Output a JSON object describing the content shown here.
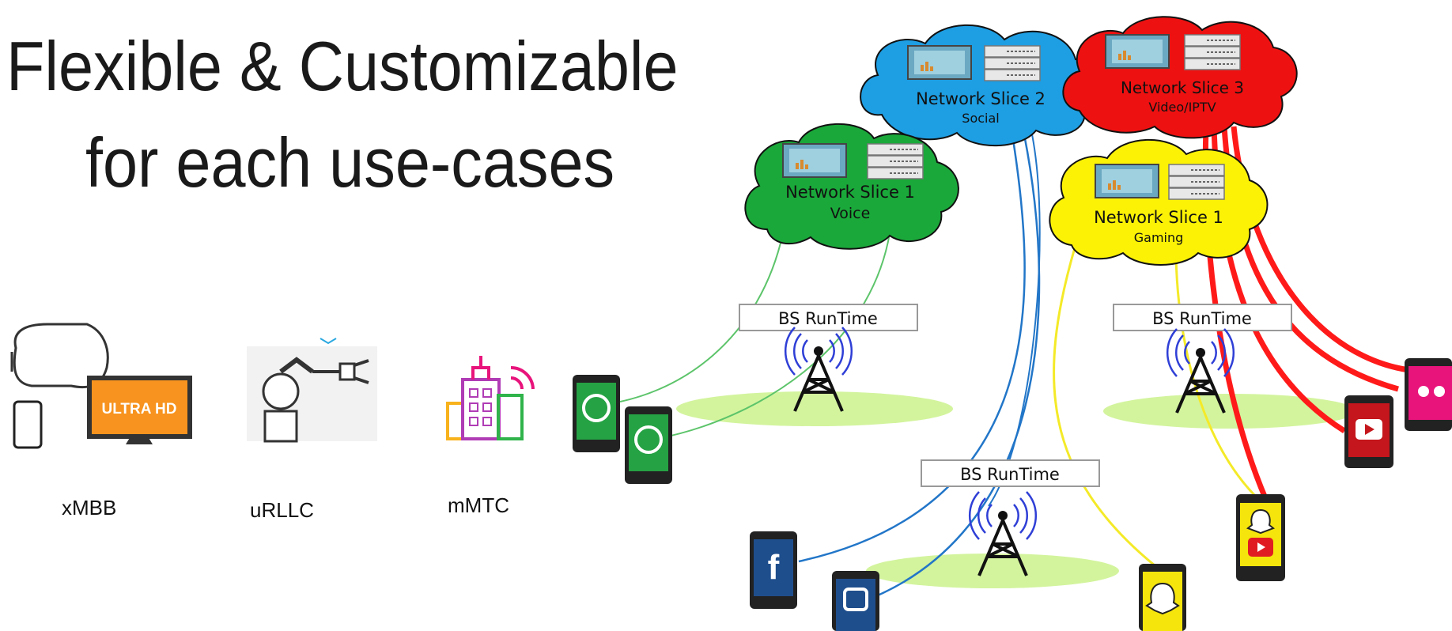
{
  "title": {
    "line1": "Flexible & Customizable",
    "line2": "for each use-cases"
  },
  "use_cases": [
    {
      "label": "xMBB",
      "icon": "vr-headset-phone-uhd-tv-icon",
      "tv_text": "ULTRA HD"
    },
    {
      "label": "uRLLC",
      "icon": "robotic-arm-icon"
    },
    {
      "label": "mMTC",
      "icon": "smart-city-building-icon"
    }
  ],
  "slices": [
    {
      "name": "Network Slice 2",
      "service": "Social",
      "color": "#1e9ee3"
    },
    {
      "name": "Network Slice 3",
      "service": "Video/IPTV",
      "color": "#ee1111"
    },
    {
      "name": "Network Slice 1",
      "service": "Voice",
      "color": "#1aa83a"
    },
    {
      "name": "Network Slice 1",
      "service": "Gaming",
      "color": "#fbf206"
    }
  ],
  "base_stations": [
    {
      "label": "BS RunTime"
    },
    {
      "label": "BS RunTime"
    },
    {
      "label": "BS RunTime"
    }
  ],
  "devices": [
    {
      "app": "whatsapp-icon",
      "color": "#25a244"
    },
    {
      "app": "whatsapp-icon",
      "color": "#25a244"
    },
    {
      "app": "facebook-icon",
      "color": "#1f4e8c"
    },
    {
      "app": "instagram-icon",
      "color": "#1f4e8c"
    },
    {
      "app": "snapchat-icon",
      "color": "#f5e50c"
    },
    {
      "app": "snapchat-youtube-icon",
      "color": "#f5e50c"
    },
    {
      "app": "youtube-icon",
      "color": "#c4161c"
    },
    {
      "app": "flickr-icon",
      "color": "#e8147c"
    }
  ]
}
